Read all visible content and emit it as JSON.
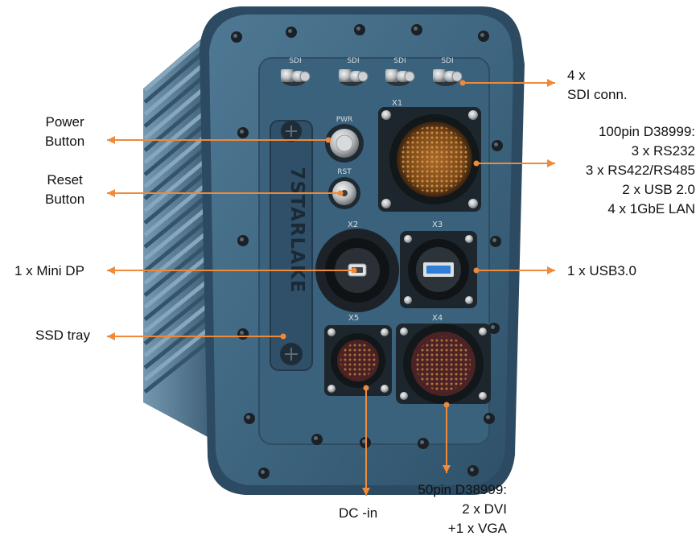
{
  "device": {
    "brand": "7STARLAKE",
    "port_marks": {
      "sdi": "SDI",
      "pwr": "PWR",
      "rst": "RST",
      "x1": "X1",
      "x2": "X2",
      "x3": "X3",
      "x4": "X4",
      "x5": "X5"
    }
  },
  "callouts": {
    "power": [
      "Power",
      "Button"
    ],
    "reset": [
      "Reset",
      "Button"
    ],
    "minidp": "1 x Mini DP",
    "ssd": "SSD tray",
    "sdi": [
      "4 x",
      "SDI conn."
    ],
    "d38999_100": [
      "100pin D38999:",
      "3 x RS232",
      "3 x RS422/RS485",
      "2 x USB 2.0",
      "4 x 1GbE LAN"
    ],
    "usb3": "1 x USB3.0",
    "dcin": "DC -in",
    "d38999_50": [
      "50pin D38999:",
      "2 x DVI",
      "+1 x VGA"
    ]
  },
  "colors": {
    "accent": "#ee8a3a",
    "enclosure": "#3f6680",
    "enclosure_dark": "#24384a",
    "fins": "#5b7f98"
  }
}
